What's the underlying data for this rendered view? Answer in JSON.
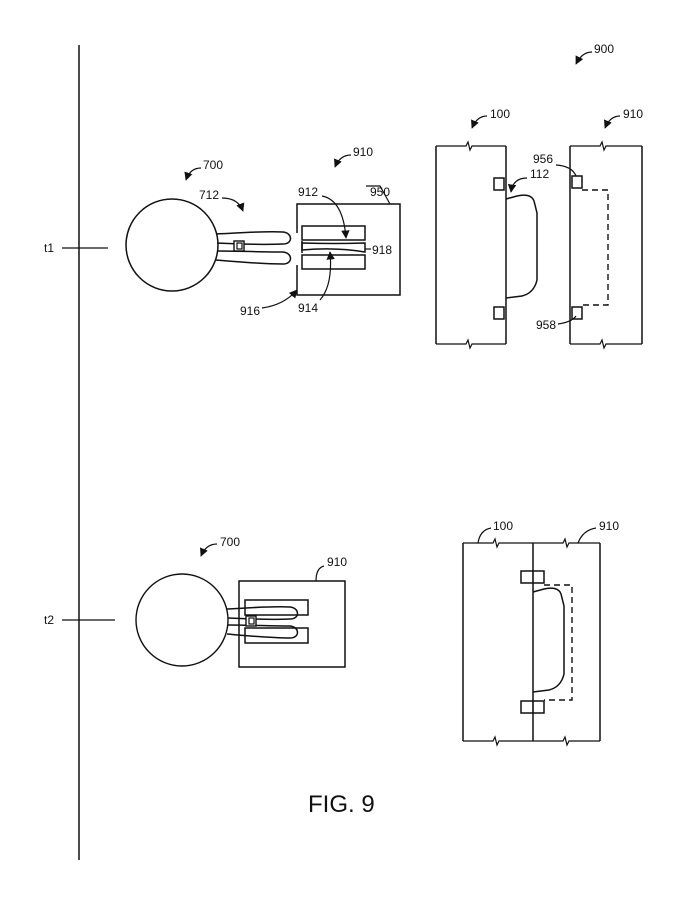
{
  "figure": {
    "caption": "FIG. 9",
    "ref_main": "900"
  },
  "time_labels": {
    "t1": "t1",
    "t2": "t2"
  },
  "t1": {
    "device_ref": "700",
    "finger_ref": "712",
    "holder_ref": "910",
    "holder_outline_ref": "950",
    "slot_top_ref": "912",
    "slot_bottom_ref": "914",
    "holder_edge_ref": "916",
    "spring_ref": "918",
    "panel_left_ref": "100",
    "panel_left_feature_ref": "112",
    "panel_right_ref": "910",
    "clip_top_ref": "956",
    "clip_bottom_ref": "958"
  },
  "t2": {
    "device_ref": "700",
    "holder_ref": "910",
    "panel_left_ref": "100",
    "panel_right_ref": "910"
  }
}
